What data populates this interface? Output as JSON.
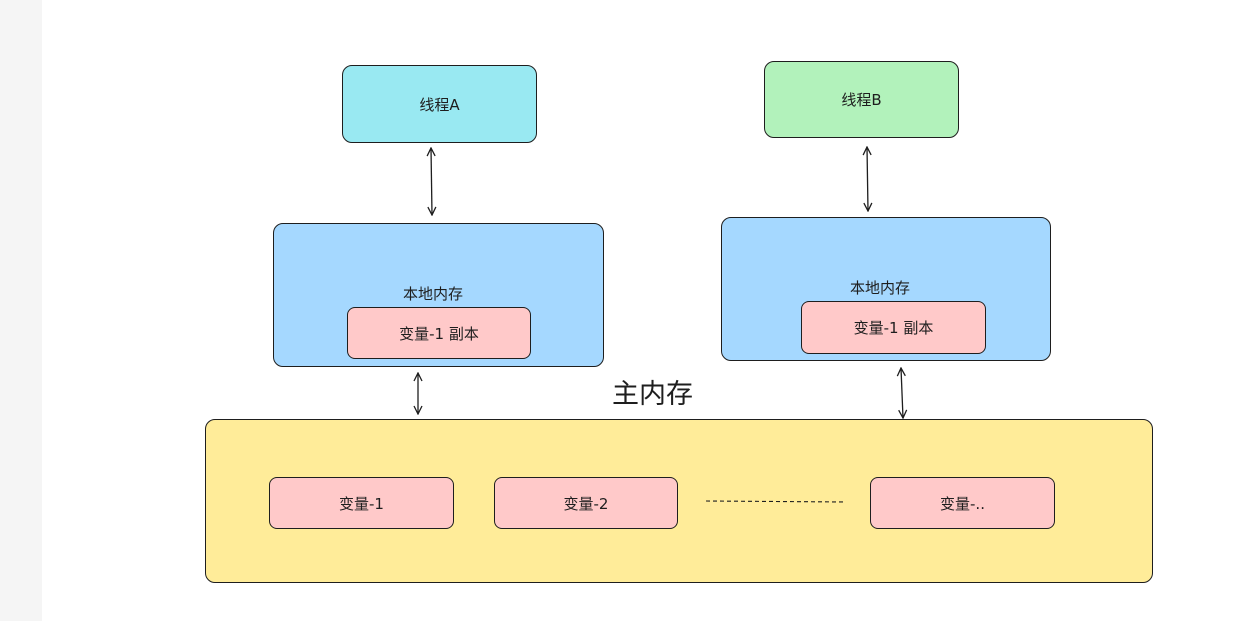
{
  "thread_a": {
    "label": "线程A"
  },
  "thread_b": {
    "label": "线程B"
  },
  "local_memory_a": {
    "label": "本地内存",
    "variable_copy": "变量-1 副本"
  },
  "local_memory_b": {
    "label": "本地内存",
    "variable_copy": "变量-1 副本"
  },
  "main_memory": {
    "label": "主内存",
    "variables": [
      "变量-1",
      "变量-2",
      "变量-.."
    ]
  },
  "colors": {
    "thread_a": "#99e9f2",
    "thread_b": "#b2f2bb",
    "local_memory": "#a5d8ff",
    "variable": "#ffc9c9",
    "main_memory": "#ffec99",
    "stroke": "#1e1e1e"
  }
}
